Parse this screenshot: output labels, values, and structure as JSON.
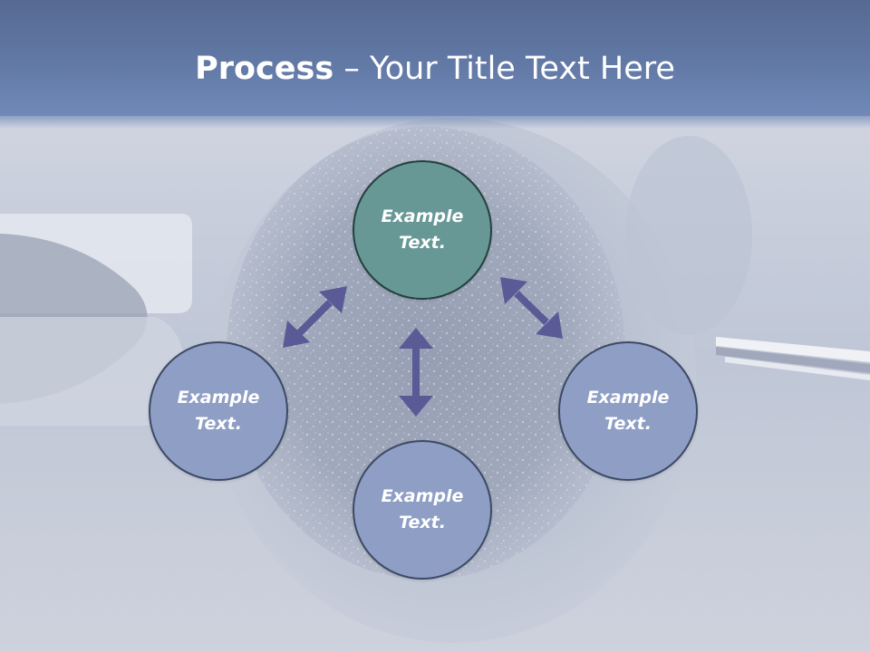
{
  "title": {
    "bold": "Process",
    "separator": "–",
    "rest": "Your Title Text Here"
  },
  "diagram": {
    "nodes": [
      {
        "id": "top",
        "line1": "Example",
        "line2": "Text."
      },
      {
        "id": "left",
        "line1": "Example",
        "line2": "Text."
      },
      {
        "id": "right",
        "line1": "Example",
        "line2": "Text."
      },
      {
        "id": "bottom",
        "line1": "Example",
        "line2": "Text."
      }
    ],
    "arrows": [
      "top-left",
      "center-vertical",
      "top-right"
    ]
  },
  "colors": {
    "title_bar": "#6279a6",
    "top_node": "#679896",
    "side_nodes": "#8e9ec4",
    "arrow": "#5a5a96"
  },
  "background_icons": [
    "microscope-egg-photo",
    "holding-pipette",
    "injection-needle"
  ]
}
